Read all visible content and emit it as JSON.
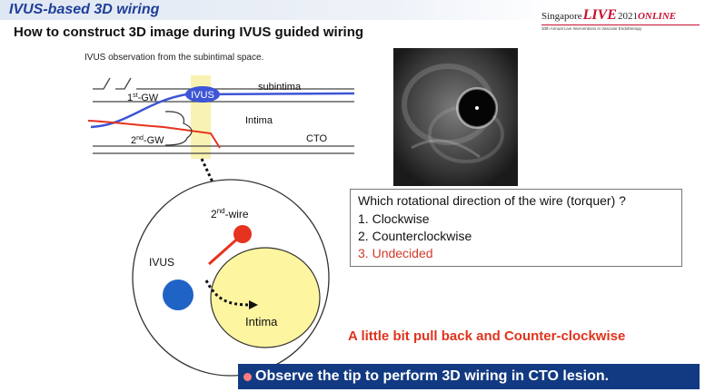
{
  "header": {
    "title": "IVUS-based 3D wiring",
    "subtitle": "How to construct 3D image during IVUS guided wiring"
  },
  "logo": {
    "singapore": "Singapore",
    "live": "LIVE",
    "year": "2021",
    "online": "ONLINE",
    "tagline": "30th Annual Live Interventions in Vascular Endotherapy"
  },
  "diagram": {
    "caption": "IVUS observation from the subintimal space.",
    "labels": {
      "first_gw_num": "1",
      "first_gw_sup": "st",
      "first_gw_suffix": "-GW",
      "second_gw_num": "2",
      "second_gw_sup": "nd",
      "second_gw_suffix": "-GW",
      "ivus": "IVUS",
      "subintima": "subintima",
      "intima": "Intima",
      "cto": "CTO"
    },
    "cross_section": {
      "wire_num": "2",
      "wire_sup": "nd",
      "wire_suffix": "-wire",
      "ivus": "IVUS",
      "intima": "Intima"
    },
    "colors": {
      "ivus_blue": "#3d55d6",
      "wire_red": "#e5331f",
      "intima_yellow": "#fdf5a0",
      "guide_highlight": "#f8f3b2"
    }
  },
  "question": {
    "text": "Which rotational direction of the wire (torquer) ?",
    "options": [
      {
        "num": "1.",
        "label": "Clockwise"
      },
      {
        "num": "2.",
        "label": "Counterclockwise"
      },
      {
        "num": "3.",
        "label": "Undecided"
      }
    ]
  },
  "answer": "A little bit pull back and Counter-clockwise",
  "banner": "Observe the tip to perform 3D wiring in CTO lesion."
}
